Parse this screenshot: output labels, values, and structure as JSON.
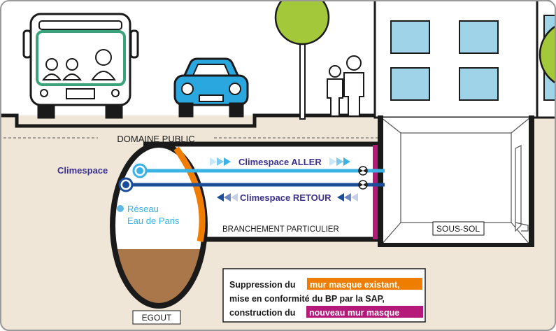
{
  "labels": {
    "domaine_public": "DOMAINE PUBLIC",
    "climespace": "Climespace",
    "climespace_aller": "Climespace ALLER",
    "climespace_retour": "Climespace RETOUR",
    "reseau_line1": "Réseau",
    "reseau_line2": "Eau de Paris",
    "branchement": "BRANCHEMENT PARTICULIER",
    "sous_sol": "SOUS-SOL",
    "egout": "EGOUT"
  },
  "note": {
    "line1_a": "Suppression du ",
    "line1_highlight": "mur masque existant,",
    "line2": "mise en conformité du BP par la SAP,",
    "line3_a": "construction du ",
    "line3_highlight": "nouveau mur masque"
  },
  "colors": {
    "ground": "#efe6d7",
    "sky": "#ffffff",
    "aller_pipe": "#3ab2e4",
    "retour_pipe": "#1a4e98",
    "climespace_text": "#3b3290",
    "old_wall_orange": "#ef7d00",
    "new_wall_magenta": "#b5197a",
    "sewage": "#a9774a",
    "tree": "#a3c93a",
    "car": "#2aa7df",
    "bus_stripe": "#3aa37a",
    "window": "#9ed3e8"
  }
}
